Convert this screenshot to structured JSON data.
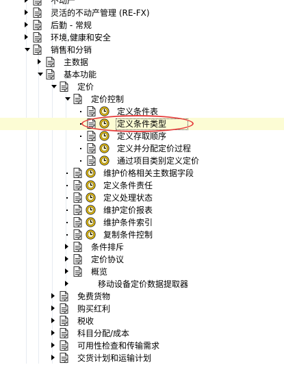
{
  "tree": {
    "nodes": [
      {
        "label": "不动产",
        "icon": "document-icon",
        "state": "closed",
        "hasClock": false
      },
      {
        "label": "灵活的不动产管理 (RE-FX)",
        "icon": "document-icon",
        "state": "closed",
        "hasClock": false
      },
      {
        "label": "后勤 - 常规",
        "icon": "document-icon",
        "state": "closed",
        "hasClock": false
      },
      {
        "label": "环境,健康和安全",
        "icon": "document-icon",
        "state": "closed",
        "hasClock": false
      },
      {
        "label": "销售和分销",
        "icon": "document-icon",
        "state": "open",
        "hasClock": false
      },
      {
        "label": "主数据",
        "icon": "document-icon",
        "state": "closed",
        "hasClock": false
      },
      {
        "label": "基本功能",
        "icon": "document-icon",
        "state": "open",
        "hasClock": false
      },
      {
        "label": "定价",
        "icon": "document-icon",
        "state": "open",
        "hasClock": false
      },
      {
        "label": "定价控制",
        "icon": "document-icon",
        "state": "open",
        "hasClock": false
      },
      {
        "label": "定义条件表",
        "icon": "document-icon",
        "state": "leaf",
        "hasClock": true
      },
      {
        "label": "定义条件类型",
        "icon": "document-icon",
        "state": "leaf",
        "hasClock": true,
        "selected": true
      },
      {
        "label": "定义存取顺序",
        "icon": "document-icon",
        "state": "leaf",
        "hasClock": true
      },
      {
        "label": "定义并分配定价过程",
        "icon": "document-icon",
        "state": "leaf",
        "hasClock": true
      },
      {
        "label": "通过项目类别定义定价",
        "icon": "document-icon",
        "state": "leaf",
        "hasClock": true
      },
      {
        "label": "维护价格相关主数据字段",
        "icon": "document-icon",
        "state": "leaf",
        "hasClock": true
      },
      {
        "label": "定义条件责任",
        "icon": "document-icon",
        "state": "leaf",
        "hasClock": true
      },
      {
        "label": "定义处理状态",
        "icon": "document-icon",
        "state": "leaf",
        "hasClock": true
      },
      {
        "label": "维护定价报表",
        "icon": "document-icon",
        "state": "leaf",
        "hasClock": true
      },
      {
        "label": "维护条件索引",
        "icon": "document-icon",
        "state": "leaf",
        "hasClock": true
      },
      {
        "label": "复制条件控制",
        "icon": "document-icon",
        "state": "leaf",
        "hasClock": true
      },
      {
        "label": "条件排斥",
        "icon": "document-icon",
        "state": "closed",
        "hasClock": false
      },
      {
        "label": "定价协议",
        "icon": "document-icon",
        "state": "closed",
        "hasClock": false
      },
      {
        "label": "概览",
        "icon": "document-icon",
        "state": "closed",
        "hasClock": false
      },
      {
        "label": "移动设备定价数据提取器",
        "icon": "none",
        "state": "closed",
        "hasClock": false
      },
      {
        "label": "免费货物",
        "icon": "document-icon",
        "state": "closed",
        "hasClock": false
      },
      {
        "label": "购买红利",
        "icon": "document-icon",
        "state": "closed",
        "hasClock": false
      },
      {
        "label": "税收",
        "icon": "document-icon",
        "state": "closed",
        "hasClock": false
      },
      {
        "label": "科目分配/成本",
        "icon": "document-icon",
        "state": "closed",
        "hasClock": false
      },
      {
        "label": "可用性检查和传输需求",
        "icon": "document-icon",
        "state": "closed",
        "hasClock": false
      },
      {
        "label": "交货计划和运输计划",
        "icon": "document-icon",
        "state": "closed",
        "hasClock": false
      }
    ]
  },
  "colors": {
    "selected_row": "#fcfcd4",
    "highlight_ring": "#e53d3d",
    "clock_icon": "#f2c400",
    "guide_line": "#e6ebf1"
  }
}
